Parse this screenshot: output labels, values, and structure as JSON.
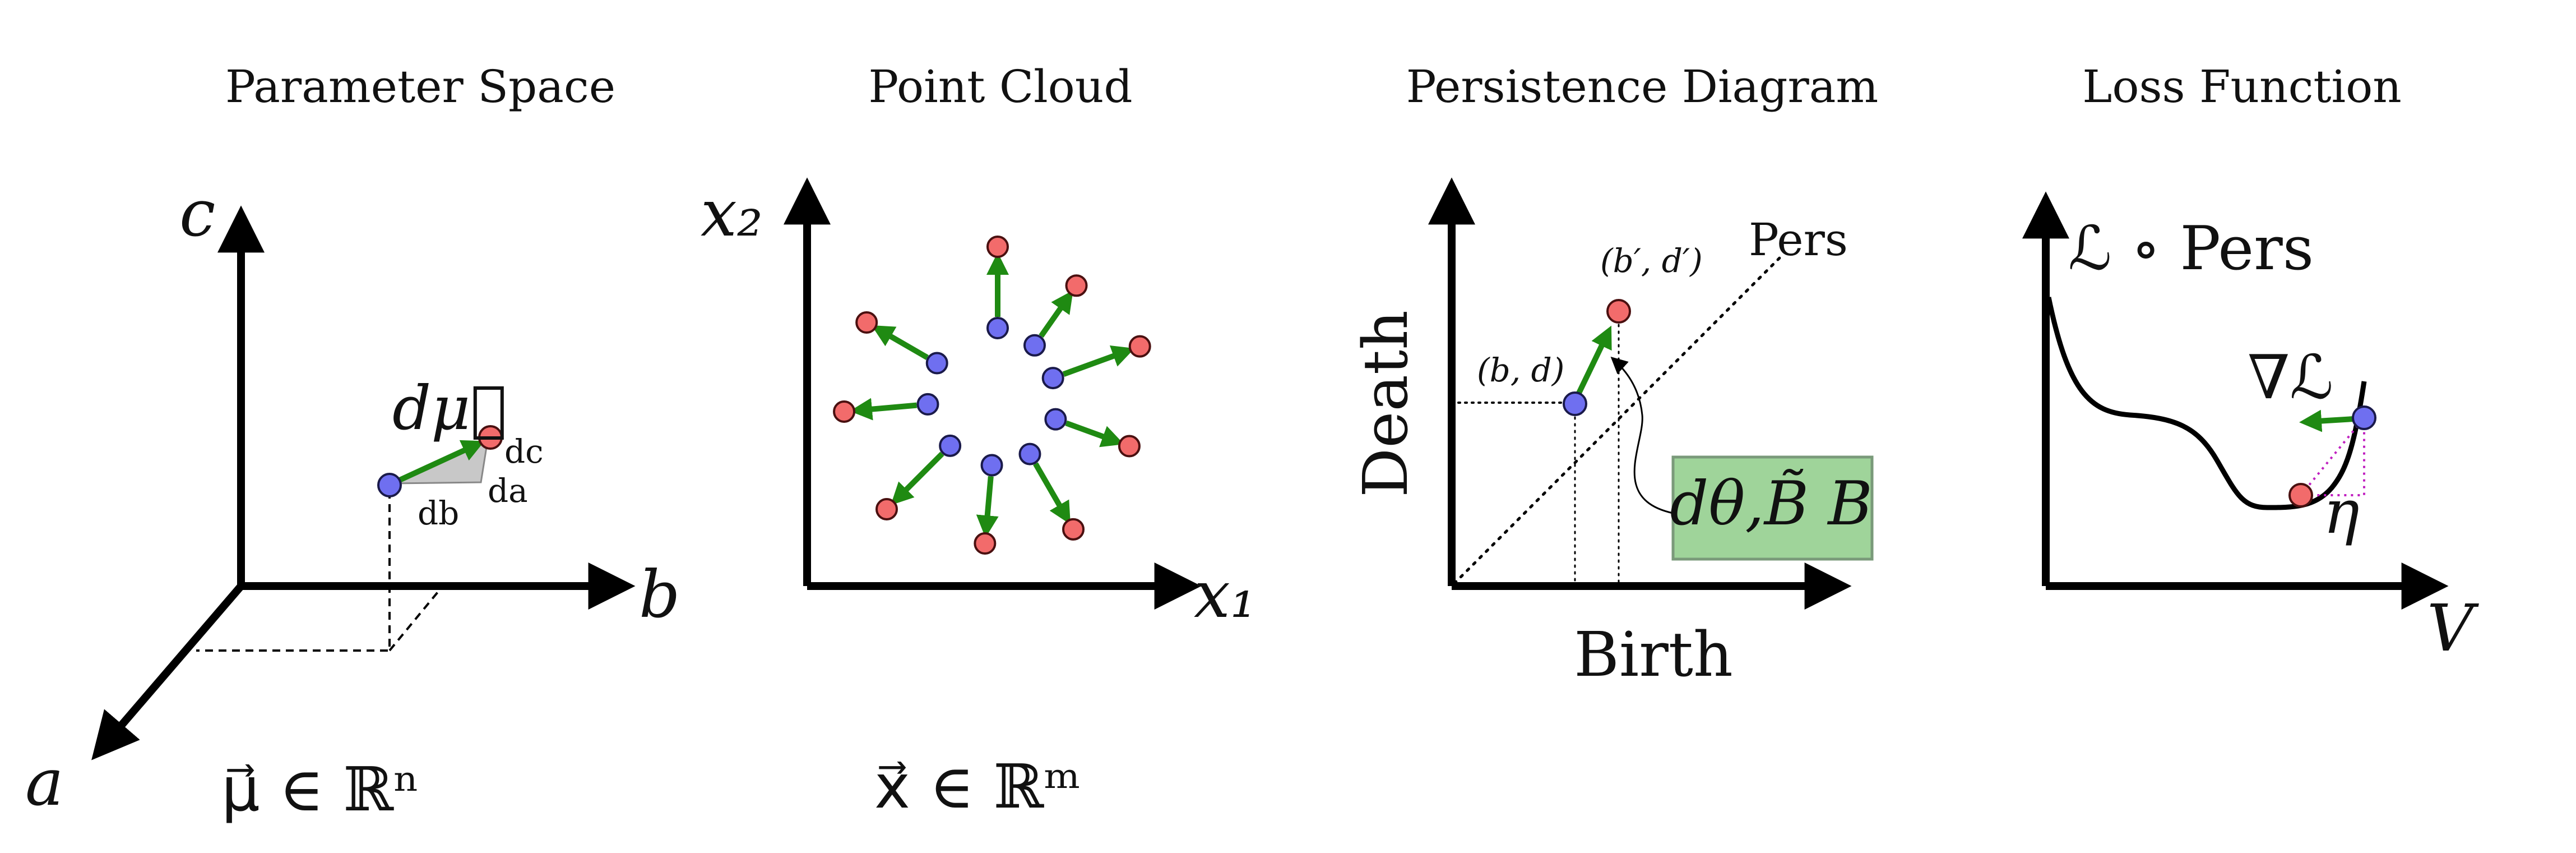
{
  "panels": {
    "parameter_space": {
      "title": "Parameter Space",
      "axis_c": "c",
      "axis_b": "b",
      "axis_a": "a",
      "vector_label": "dμ⃗",
      "label_dc": "dc",
      "label_db": "db",
      "label_da": "da",
      "formula": "μ⃗ ∈ ℝⁿ"
    },
    "point_cloud": {
      "title": "Point Cloud",
      "axis_x2": "x₂",
      "axis_x1": "x₁",
      "formula": "x⃗ ∈ ℝᵐ"
    },
    "persistence_diagram": {
      "title": "Persistence Diagram",
      "axis_y": "Death",
      "axis_x": "Birth",
      "diag_label": "Pers",
      "point_label": "(b, d)",
      "moved_label": "(b′, d′)",
      "box_label": "dθ,B̃ B",
      "colors": {
        "box_fill": "#9fd49a",
        "box_stroke": "#7a9a7a"
      }
    },
    "loss_function": {
      "title": "Loss Function",
      "axis_y": "ℒ ∘ Pers",
      "axis_x": "V",
      "grad_label": "∇ℒ",
      "eta_label": "η"
    }
  },
  "colors": {
    "blue_point": "#6f6ff0",
    "red_point": "#f26b6b",
    "arrow_green": "#1f8a12",
    "axis": "#000000"
  }
}
